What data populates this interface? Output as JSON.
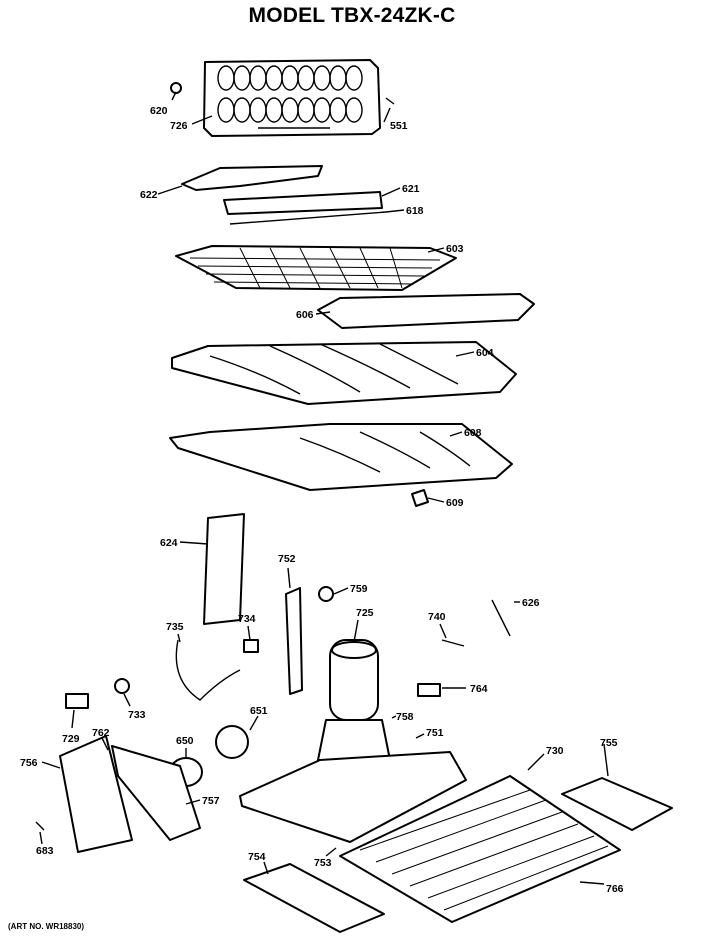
{
  "title": "MODEL TBX-24ZK-C",
  "art_number": "(ART NO. WR18830)",
  "parts": [
    {
      "id": "p620",
      "label": "620"
    },
    {
      "id": "p726",
      "label": "726"
    },
    {
      "id": "p551",
      "label": "551"
    },
    {
      "id": "p622",
      "label": "622"
    },
    {
      "id": "p621",
      "label": "621"
    },
    {
      "id": "p618",
      "label": "618"
    },
    {
      "id": "p603",
      "label": "603"
    },
    {
      "id": "p606a",
      "label": "606"
    },
    {
      "id": "p604",
      "label": "604"
    },
    {
      "id": "p608",
      "label": "608"
    },
    {
      "id": "p609",
      "label": "609"
    },
    {
      "id": "p624",
      "label": "624"
    },
    {
      "id": "p752",
      "label": "752"
    },
    {
      "id": "p759",
      "label": "759"
    },
    {
      "id": "p626",
      "label": "626"
    },
    {
      "id": "p725",
      "label": "725"
    },
    {
      "id": "p740",
      "label": "740"
    },
    {
      "id": "p734",
      "label": "734"
    },
    {
      "id": "p735",
      "label": "735"
    },
    {
      "id": "p764",
      "label": "764"
    },
    {
      "id": "p733",
      "label": "733"
    },
    {
      "id": "p651",
      "label": "651"
    },
    {
      "id": "p758",
      "label": "758"
    },
    {
      "id": "p751",
      "label": "751"
    },
    {
      "id": "p729",
      "label": "729"
    },
    {
      "id": "p762",
      "label": "762"
    },
    {
      "id": "p650",
      "label": "650"
    },
    {
      "id": "p730",
      "label": "730"
    },
    {
      "id": "p755",
      "label": "755"
    },
    {
      "id": "p756",
      "label": "756"
    },
    {
      "id": "p757",
      "label": "757"
    },
    {
      "id": "p683",
      "label": "683"
    },
    {
      "id": "p754",
      "label": "754"
    },
    {
      "id": "p753",
      "label": "753"
    },
    {
      "id": "p766",
      "label": "766"
    }
  ]
}
